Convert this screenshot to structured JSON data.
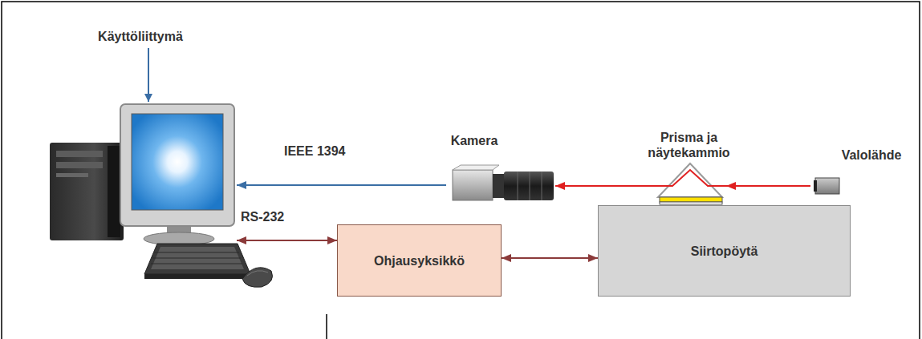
{
  "diagram": {
    "nodes": [
      {
        "text": [
          "Käyttöliittymä"
        ]
      },
      {
        "text": [
          "Kamera"
        ]
      },
      {
        "text": [
          "Prisma ja näytekammio"
        ]
      },
      {
        "text": [
          "Valolähde"
        ]
      },
      {
        "text": [
          "Ohjausyksikkö"
        ]
      },
      {
        "text": [
          "Siirtopöytä"
        ]
      }
    ],
    "edges": [
      {
        "from": 1,
        "to": 0,
        "label": "IEEE 1394",
        "arrow": "to"
      },
      {
        "from": 3,
        "to": 2,
        "arrow": "to"
      },
      {
        "from": 2,
        "to": 1,
        "arrow": "to"
      },
      {
        "from": 0,
        "to": 4,
        "label": "RS-232",
        "arrow": "both"
      },
      {
        "from": 4,
        "to": 5,
        "arrow": "both"
      }
    ]
  }
}
